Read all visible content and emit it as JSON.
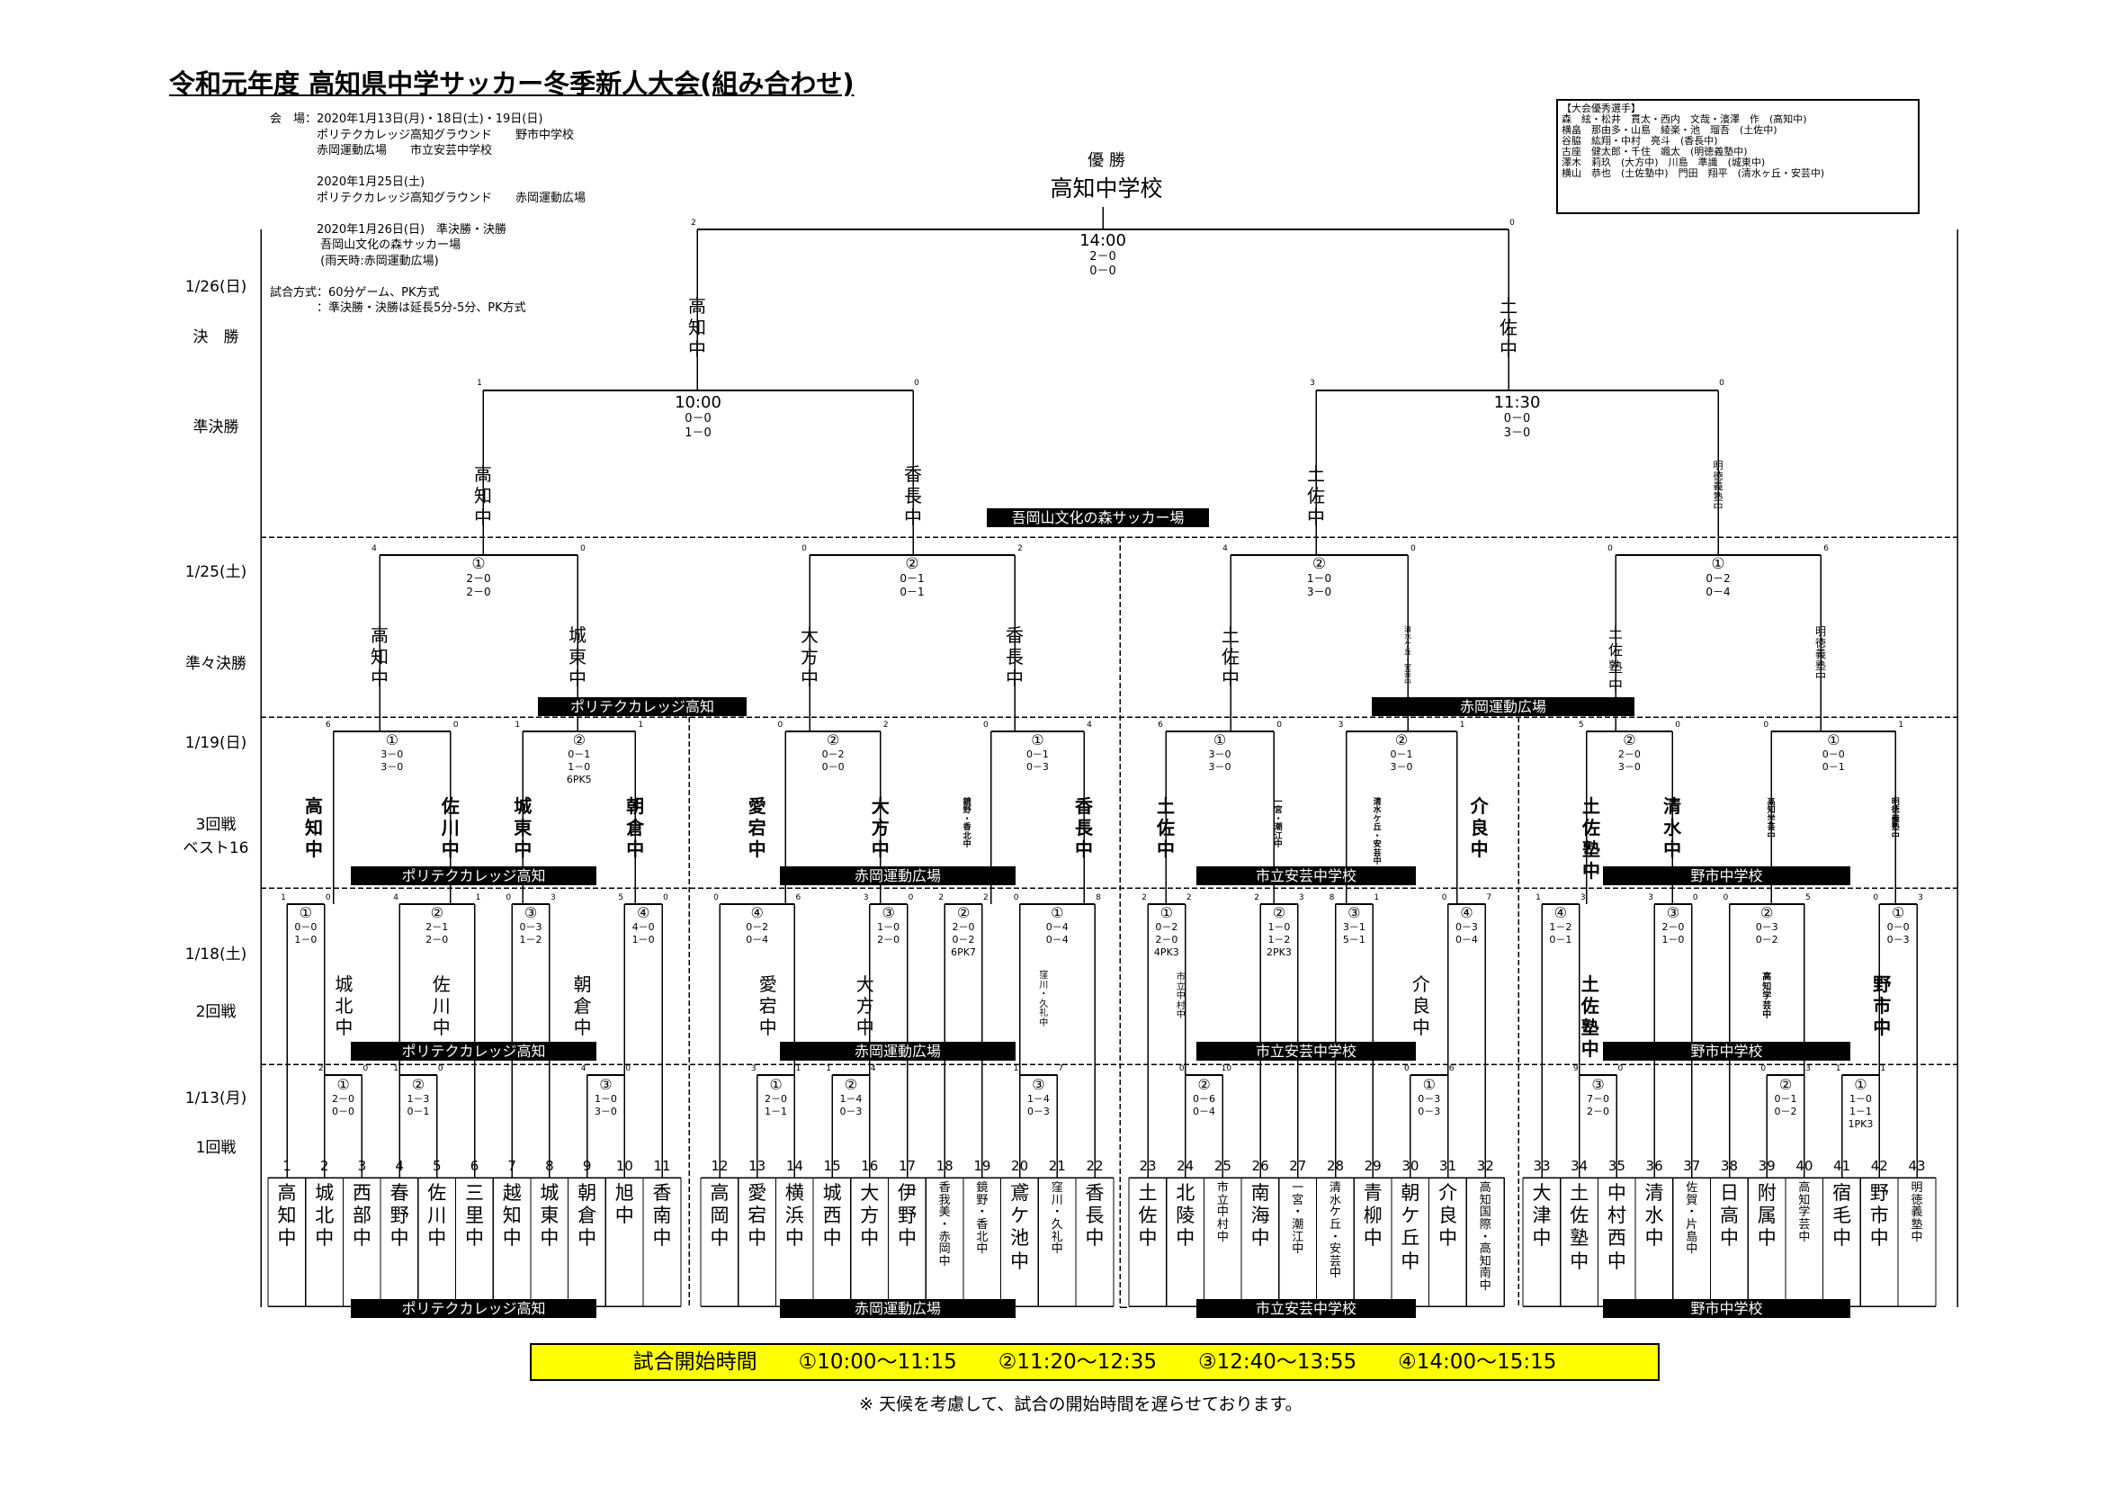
{
  "title": "令和元年度 高知県中学サッカー冬季新人大会(組み合わせ)",
  "info_lines": [
    "会　場：2020年1月13日(月)・18日(土)・19日(日)",
    "　　　　ポリテクカレッジ高知グラウンド　　野市中学校",
    "　　　　赤岡運動広場　　市立安芸中学校",
    "",
    "　　　　2020年1月25日(土)",
    "　　　　ポリテクカレッジ高知グラウンド　　赤岡運動広場",
    "",
    "　　　　2020年1月26日(日)　準決勝・決勝",
    "　　　　 吾岡山文化の森サッカー場",
    "　　　　 (雨天時:赤岡運動広場)",
    "",
    "試合方式：60分ゲーム、PK方式",
    "　　　　：準決勝・決勝は延長5分-5分、PK方式"
  ],
  "awards": [
    "【大会優秀選手】",
    "森　絃・松井　貫太・西内　文哉・濱澤　作　(高知中)",
    "横畠　那由多・山島　綾楽・池　瑠吾　(土佐中)",
    "谷脇　紘翔・中村　亮斗　(香長中)",
    "古座　健太郎・千住　颯太　(明徳義塾中)",
    "澤木　莉玖　(大方中)　川島　準識　(城東中)",
    "横山　恭也　(土佐塾中)　門田　翔平　(清水ヶ丘・安芸中)"
  ],
  "winner_label": "優 勝",
  "winner": "高知中学校",
  "rows": [
    {
      "date": "1/26(日)",
      "round": "決　勝"
    },
    {
      "date": "",
      "round": "準決勝"
    },
    {
      "date": "1/25(土)",
      "round": "準々決勝"
    },
    {
      "date": "1/19(日)",
      "round": "3回戦\nベスト16"
    },
    {
      "date": "1/18(土)",
      "round": "2回戦"
    },
    {
      "date": "1/13(月)",
      "round": "1回戦"
    }
  ],
  "teams": [
    "高知中",
    "城北中",
    "西部中",
    "春野中",
    "佐川中",
    "三里中",
    "越知中",
    "城東中",
    "朝倉中",
    "旭中",
    "香南中",
    "高岡中",
    "愛宕中",
    "横浜中",
    "城西中",
    "大方中",
    "伊野中",
    "香我美・赤岡中",
    "鏡野・香北中",
    "鳶ケ池中",
    "窪川・久礼中",
    "香長中",
    "土佐中",
    "北陵中",
    "市立中村中",
    "南海中",
    "一宮・潮江中",
    "清水ケ丘・安芸中",
    "青柳中",
    "朝ケ丘中",
    "介良中",
    "高知国際・高知南中",
    "大津中",
    "土佐塾中",
    "中村西中",
    "清水中",
    "佐賀・片島中",
    "日高中",
    "附属中",
    "高知学芸中",
    "宿毛中",
    "野市中",
    "明徳義塾中"
  ],
  "venues": {
    "poly": "ポリテクカレッジ高知",
    "akaoka": "赤岡運動広場",
    "aki": "市立安芸中学校",
    "noichi": "野市中学校",
    "final": "吾岡山文化の森サッカー場"
  },
  "r1": [
    {
      "no": "①",
      "a": "2",
      "b": "0",
      "s": [
        "2－0",
        "0－0"
      ]
    },
    {
      "no": "②",
      "a": "1",
      "b": "0",
      "s": [
        "1－3",
        "0－1"
      ]
    },
    {
      "no": "③",
      "a": "4",
      "b": "0",
      "s": [
        "1－0",
        "3－0"
      ]
    },
    {
      "no": "①",
      "a": "3",
      "b": "1",
      "s": [
        "2－0",
        "1－1"
      ]
    },
    {
      "no": "②",
      "a": "1",
      "b": "4",
      "s": [
        "1－4",
        "0－3"
      ]
    },
    {
      "no": "③",
      "a": "1",
      "b": "7",
      "s": [
        "1－4",
        "0－3"
      ]
    },
    {
      "no": "②",
      "a": "0",
      "b": "10",
      "s": [
        "0－6",
        "0－4"
      ]
    },
    {
      "no": "①",
      "a": "0",
      "b": "6",
      "s": [
        "0－3",
        "0－3"
      ]
    },
    {
      "no": "③",
      "a": "9",
      "b": "0",
      "s": [
        "7－0",
        "2－0"
      ]
    },
    {
      "no": "②",
      "a": "0",
      "b": "3",
      "s": [
        "0－1",
        "0－2"
      ]
    },
    {
      "no": "①",
      "a": "1",
      "b": "1",
      "s": [
        "1－0",
        "1－1",
        "1PK3"
      ]
    }
  ],
  "r2": [
    {
      "no": "①",
      "a": "1",
      "b": "0",
      "s": [
        "0－0",
        "1－0"
      ]
    },
    {
      "no": "②",
      "a": "4",
      "b": "1",
      "s": [
        "2－1",
        "2－0"
      ]
    },
    {
      "no": "③",
      "a": "0",
      "b": "3",
      "s": [
        "0－3",
        "1－2"
      ]
    },
    {
      "no": "④",
      "a": "5",
      "b": "0",
      "s": [
        "4－0",
        "1－0"
      ]
    },
    {
      "no": "④",
      "a": "0",
      "b": "6",
      "s": [
        "0－2",
        "0－4"
      ]
    },
    {
      "no": "③",
      "a": "3",
      "b": "0",
      "s": [
        "1－0",
        "2－0"
      ]
    },
    {
      "no": "②",
      "a": "2",
      "b": "2",
      "s": [
        "2－0",
        "0－2",
        "6PK7"
      ]
    },
    {
      "no": "①",
      "a": "0",
      "b": "8",
      "s": [
        "0－4",
        "0－4"
      ]
    },
    {
      "no": "①",
      "a": "2",
      "b": "2",
      "s": [
        "0－2",
        "2－0",
        "4PK3"
      ]
    },
    {
      "no": "②",
      "a": "2",
      "b": "3",
      "s": [
        "1－0",
        "1－2",
        "2PK3"
      ]
    },
    {
      "no": "③",
      "a": "8",
      "b": "1",
      "s": [
        "3－1",
        "5－1"
      ]
    },
    {
      "no": "④",
      "a": "0",
      "b": "7",
      "s": [
        "0－3",
        "0－4"
      ]
    },
    {
      "no": "④",
      "a": "1",
      "b": "3",
      "s": [
        "1－2",
        "0－1"
      ]
    },
    {
      "no": "③",
      "a": "3",
      "b": "0",
      "s": [
        "2－0",
        "1－0"
      ]
    },
    {
      "no": "②",
      "a": "0",
      "b": "5",
      "s": [
        "0－3",
        "0－2"
      ]
    },
    {
      "no": "①",
      "a": "0",
      "b": "3",
      "s": [
        "0－0",
        "0－3"
      ]
    }
  ],
  "r2_win": [
    "城北中",
    "佐川中",
    "朝倉中",
    "愛宕中",
    "大方中",
    "窪川・久礼中",
    "市立中村中",
    "介良中",
    "土佐塾中",
    "高知学芸中",
    "野市中"
  ],
  "r3": [
    {
      "no": "①",
      "a": "6",
      "b": "0",
      "s": [
        "3－0",
        "3－0"
      ]
    },
    {
      "no": "②",
      "a": "1",
      "b": "1",
      "s": [
        "0－1",
        "1－0",
        "6PK5"
      ]
    },
    {
      "no": "②",
      "a": "0",
      "b": "2",
      "s": [
        "0－2",
        "0－0"
      ]
    },
    {
      "no": "①",
      "a": "0",
      "b": "4",
      "s": [
        "0－1",
        "0－3"
      ]
    },
    {
      "no": "①",
      "a": "6",
      "b": "0",
      "s": [
        "3－0",
        "3－0"
      ]
    },
    {
      "no": "②",
      "a": "3",
      "b": "1",
      "s": [
        "0－1",
        "3－0"
      ]
    },
    {
      "no": "②",
      "a": "5",
      "b": "0",
      "s": [
        "2－0",
        "3－0"
      ]
    },
    {
      "no": "①",
      "a": "0",
      "b": "1",
      "s": [
        "0－0",
        "0－1"
      ]
    }
  ],
  "r3_win": [
    "高知中",
    "佐川中",
    "城東中",
    "朝倉中",
    "愛宕中",
    "大方中",
    "鏡野・香北中",
    "香長中",
    "土佐中",
    "一宮・潮江中",
    "清水ケ丘・安芸中",
    "介良中",
    "土佐塾中",
    "清水中",
    "高知学芸中",
    "明徳義塾中"
  ],
  "qf": [
    {
      "no": "①",
      "a": "4",
      "b": "0",
      "s": [
        "2－0",
        "2－0"
      ]
    },
    {
      "no": "②",
      "a": "0",
      "b": "2",
      "s": [
        "0－1",
        "0－1"
      ]
    },
    {
      "no": "②",
      "a": "4",
      "b": "0",
      "s": [
        "1－0",
        "3－0"
      ]
    },
    {
      "no": "①",
      "a": "0",
      "b": "6",
      "s": [
        "0－2",
        "0－4"
      ]
    }
  ],
  "qf_win": [
    "高知中",
    "城東中",
    "大方中",
    "香長中",
    "土佐中",
    "清水ケ丘・安芸中",
    "土佐塾中",
    "明徳義塾中"
  ],
  "sf": [
    {
      "time": "10:00",
      "a": "1",
      "b": "0",
      "s": [
        "0－0",
        "1－0"
      ]
    },
    {
      "time": "11:30",
      "a": "3",
      "b": "0",
      "s": [
        "0－0",
        "3－0"
      ]
    }
  ],
  "sf_win": [
    "高知中",
    "香長中",
    "土佐中",
    "明徳義塾中"
  ],
  "final": {
    "time": "14:00",
    "a": "2",
    "b": "0",
    "s": [
      "2－0",
      "0－0"
    ]
  },
  "final_win": [
    "高知中",
    "土佐中"
  ],
  "schedule": "試合開始時間　　①10:00～11:15　　②11:20～12:35　　③12:40～13:55　　④14:00～15:15",
  "note": "※ 天候を考慮して、試合の開始時間を遅らせております。"
}
